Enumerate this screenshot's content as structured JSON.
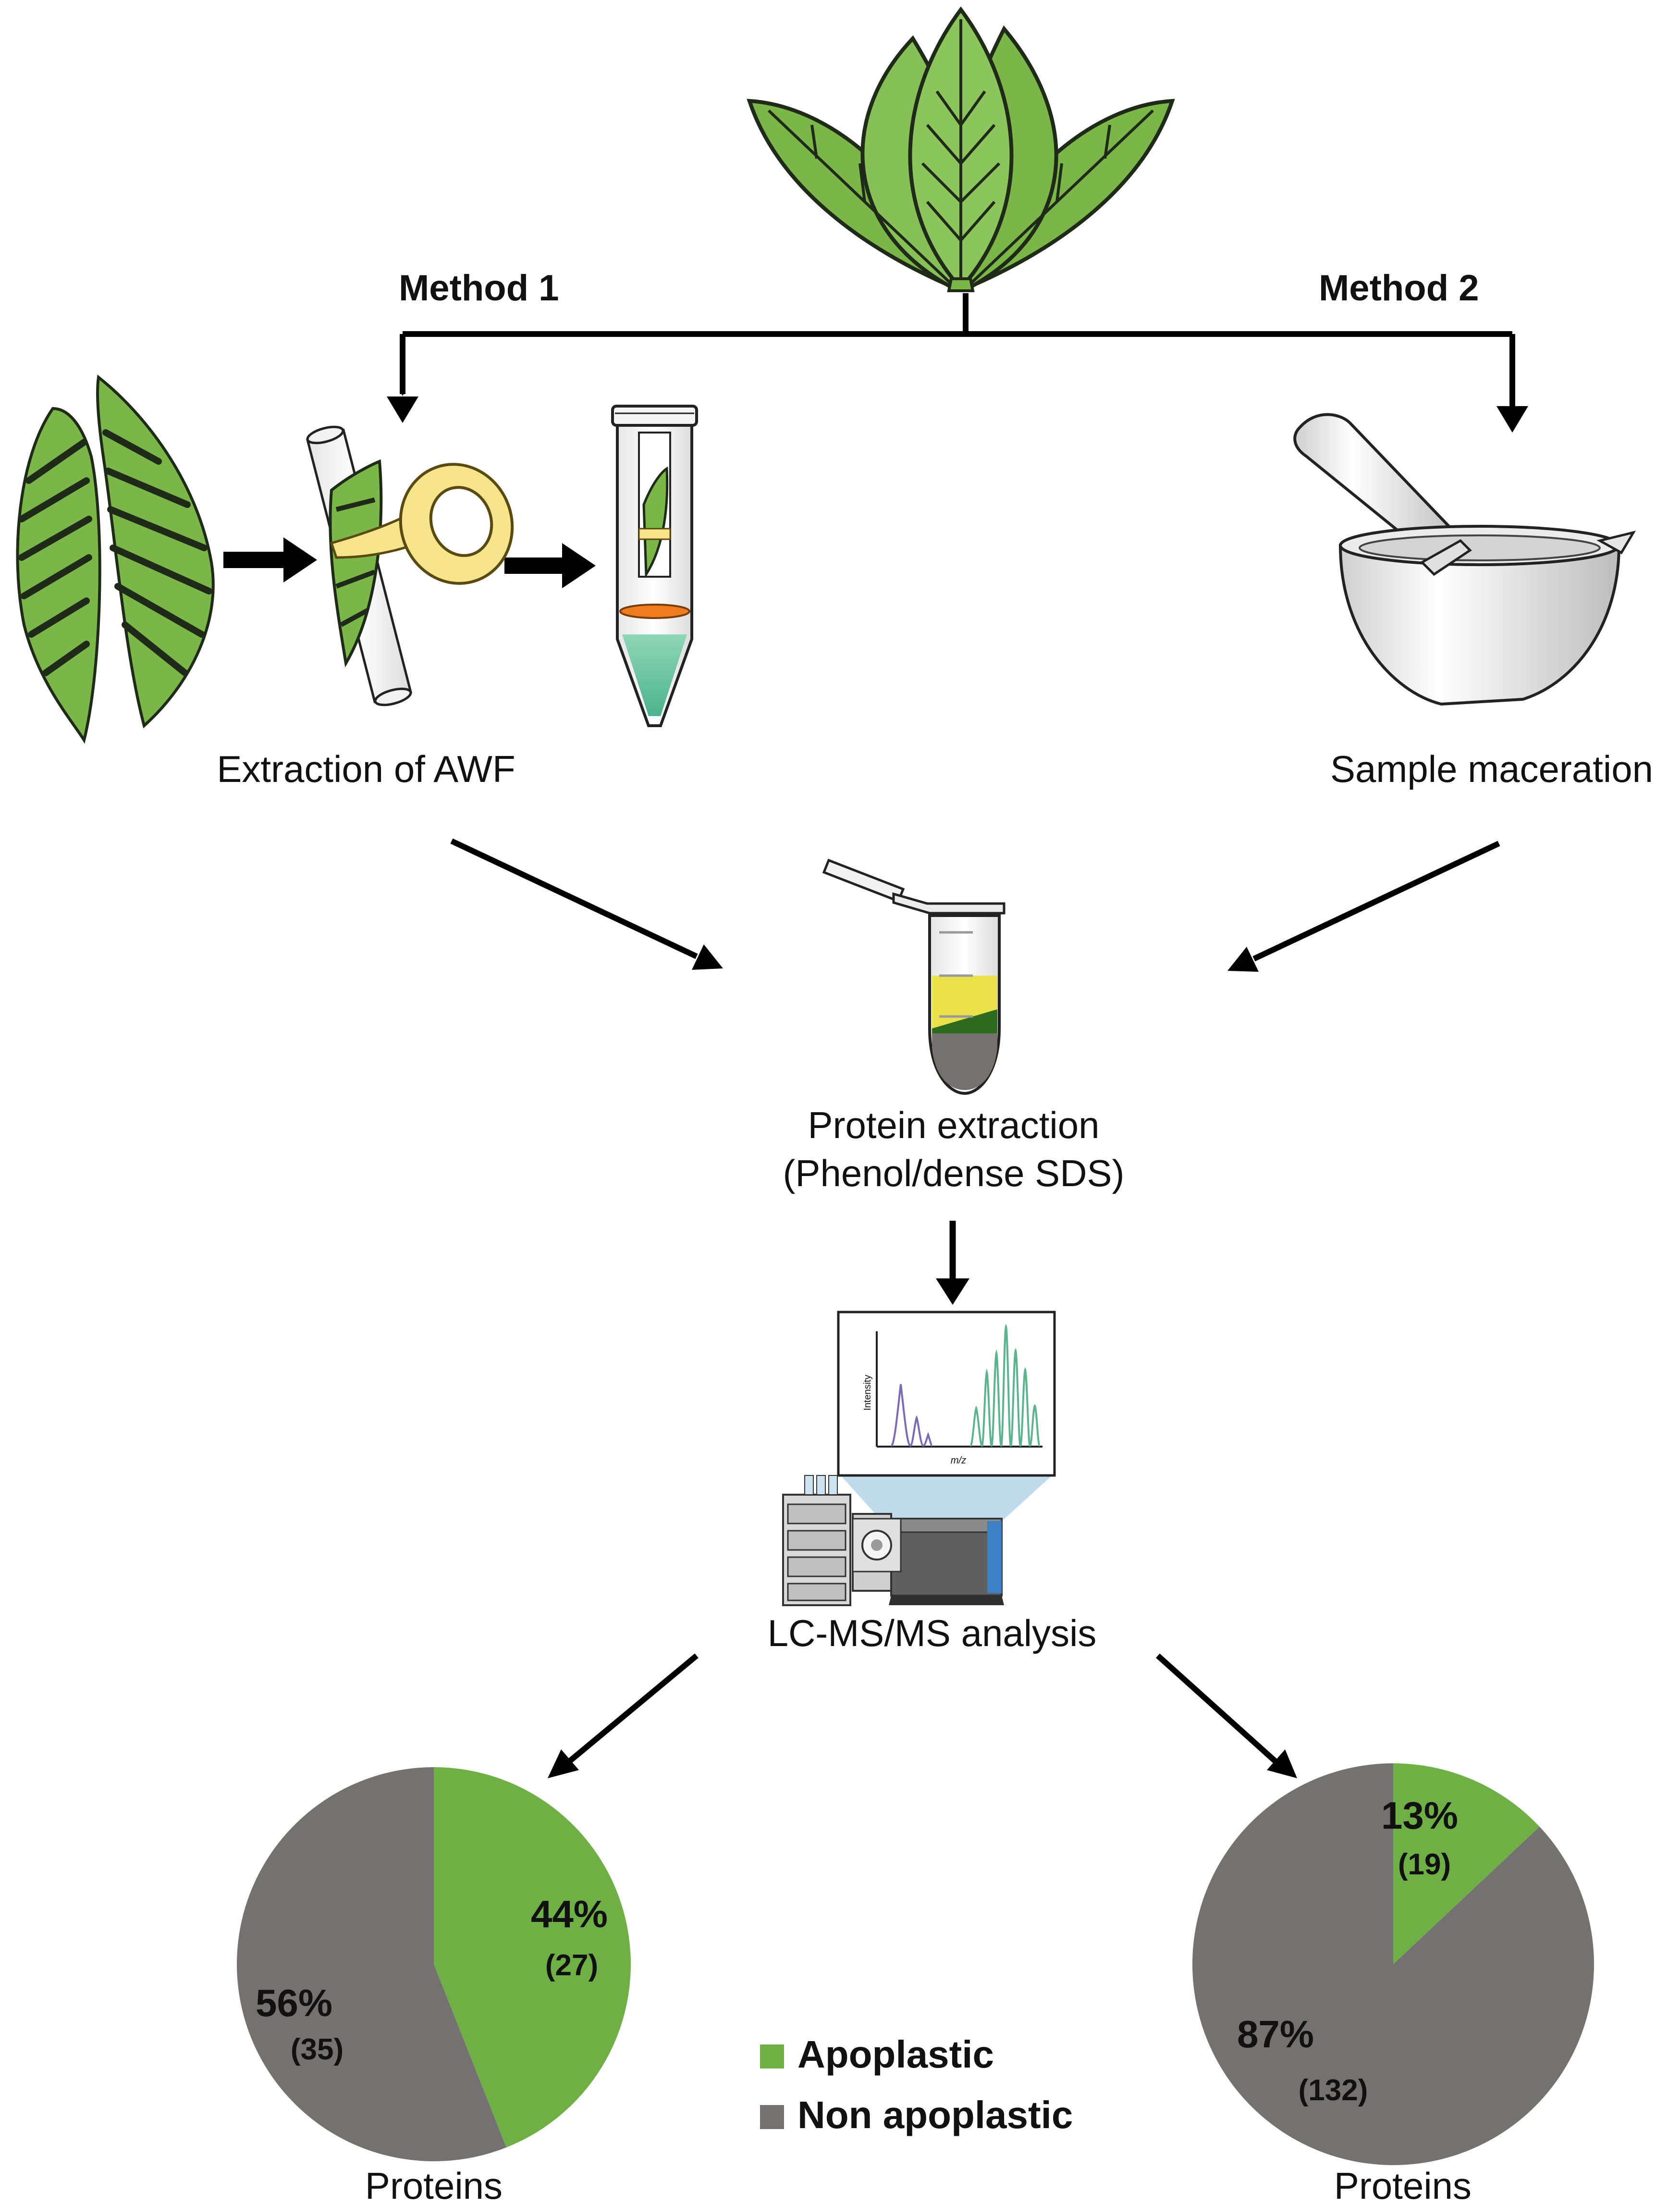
{
  "methods": {
    "method1_label": "Method 1",
    "method2_label": "Method  2"
  },
  "steps": {
    "awf_label": "Extraction of AWF",
    "maceration_label": "Sample maceration",
    "protein_extraction_line1": "Protein extraction",
    "protein_extraction_line2": "(Phenol/dense SDS)",
    "lcms_label": "LC-MS/MS analysis"
  },
  "spectrum": {
    "ylabel": "Intensity",
    "xlabel": "m/z"
  },
  "legend": {
    "items": [
      {
        "label": "Apoplastic",
        "color": "#6eaf46"
      },
      {
        "label": "Non apoplastic",
        "color": "#767171"
      }
    ]
  },
  "colors": {
    "apoplastic": "#6eaf46",
    "non_apoplastic": "#767171",
    "leaf_green": "#7ab648",
    "leaf_vein": "#1f2a18"
  },
  "chart_data": [
    {
      "type": "pie",
      "caption": "Proteins",
      "slices": [
        {
          "name": "Apoplastic",
          "percent": 44,
          "percent_label": "44%",
          "count": 27,
          "count_label": "(27)"
        },
        {
          "name": "Non apoplastic",
          "percent": 56,
          "percent_label": "56%",
          "count": 35,
          "count_label": "(35)"
        }
      ]
    },
    {
      "type": "pie",
      "caption": "Proteins",
      "slices": [
        {
          "name": "Apoplastic",
          "percent": 13,
          "percent_label": "13%",
          "count": 19,
          "count_label": "(19)"
        },
        {
          "name": "Non apoplastic",
          "percent": 87,
          "percent_label": "87%",
          "count": 132,
          "count_label": "(132)"
        }
      ]
    }
  ]
}
